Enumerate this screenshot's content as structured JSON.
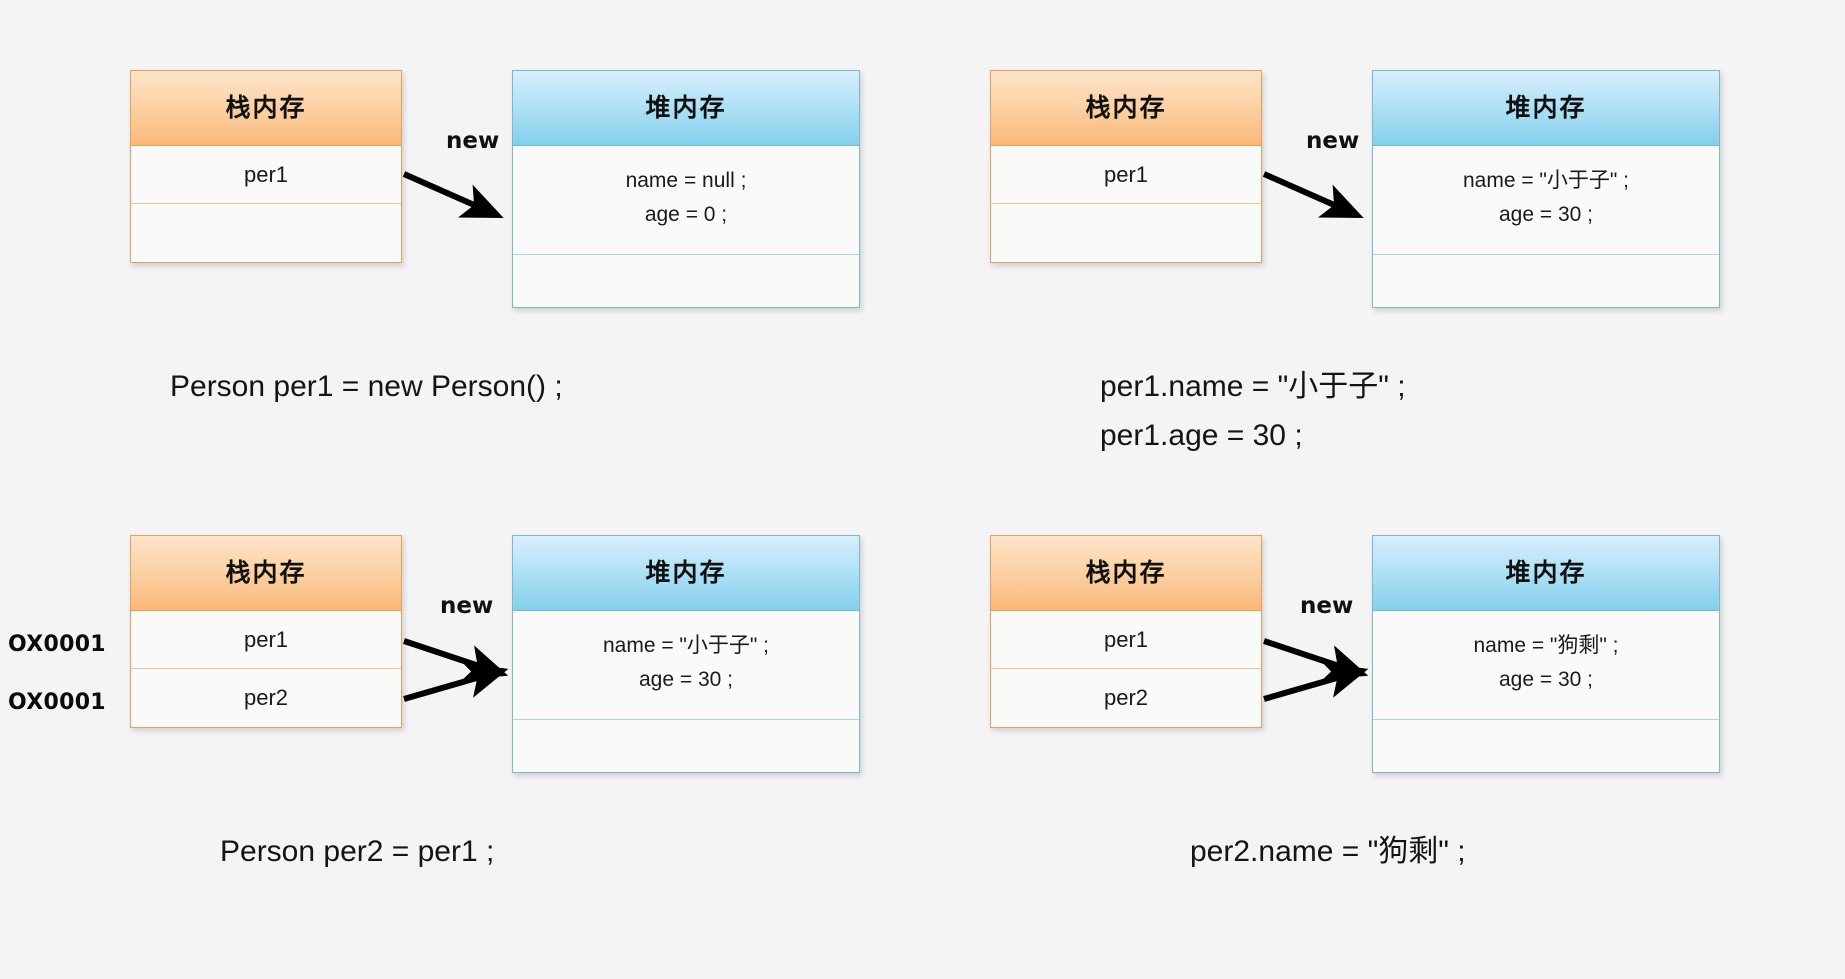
{
  "background_color": "#f4f4f4",
  "theme": {
    "stack_header_color": "#f8b877",
    "stack_border_color": "#e3a15f",
    "heap_header_color": "#84cfec",
    "heap_border_color": "#7fb6cf",
    "slot_background": "#fafaf8",
    "text_color": "#141414",
    "arrow_color": "#000000"
  },
  "labels": {
    "stack_title": "栈内存",
    "heap_title": "堆内存",
    "new_arrow": "new",
    "address": "OX0001"
  },
  "panels": [
    {
      "id": "panel-1-construct",
      "stack": {
        "title": "栈内存",
        "slots": [
          {
            "value": "per1",
            "empty": false
          },
          {
            "value": "",
            "empty": true
          }
        ]
      },
      "arrow": {
        "label": "new",
        "count": 1
      },
      "heap": {
        "title": "堆内存",
        "fields": [
          "name = null ;",
          "age = 0 ;"
        ],
        "has_tail_slot": true
      },
      "address_labels": [],
      "caption": [
        "Person per1 = new Person() ;"
      ]
    },
    {
      "id": "panel-2-assign-fields",
      "stack": {
        "title": "栈内存",
        "slots": [
          {
            "value": "per1",
            "empty": false
          },
          {
            "value": "",
            "empty": true
          }
        ]
      },
      "arrow": {
        "label": "new",
        "count": 1
      },
      "heap": {
        "title": "堆内存",
        "fields": [
          "name = \"小于子\" ;",
          "age = 30 ;"
        ],
        "has_tail_slot": true
      },
      "address_labels": [],
      "caption": [
        "per1.name = \"小于子\" ;",
        "per1.age = 30 ;"
      ]
    },
    {
      "id": "panel-3-reference-copy",
      "stack": {
        "title": "栈内存",
        "slots": [
          {
            "value": "per1",
            "empty": false
          },
          {
            "value": "per2",
            "empty": false
          }
        ]
      },
      "arrow": {
        "label": "new",
        "count": 2
      },
      "heap": {
        "title": "堆内存",
        "fields": [
          "name = \"小于子\" ;",
          "age = 30 ;"
        ],
        "has_tail_slot": true
      },
      "address_labels": [
        "OX0001",
        "OX0001"
      ],
      "caption": [
        "Person per2 = per1 ;"
      ]
    },
    {
      "id": "panel-4-mutate-through-alias",
      "stack": {
        "title": "栈内存",
        "slots": [
          {
            "value": "per1",
            "empty": false
          },
          {
            "value": "per2",
            "empty": false
          }
        ]
      },
      "arrow": {
        "label": "new",
        "count": 2
      },
      "heap": {
        "title": "堆内存",
        "fields": [
          "name = \"狗剩\" ;",
          "age = 30 ;"
        ],
        "has_tail_slot": true
      },
      "address_labels": [],
      "caption": [
        "per2.name = \"狗剩\" ;"
      ]
    }
  ]
}
